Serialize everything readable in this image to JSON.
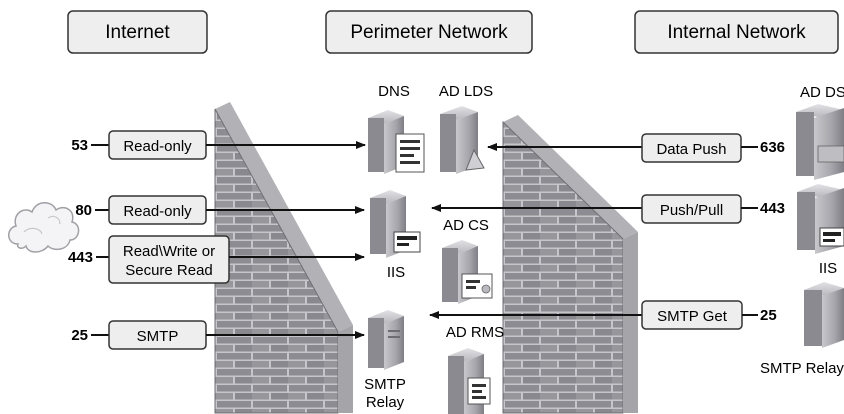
{
  "zones": {
    "internet": "Internet",
    "perimeter": "Perimeter Network",
    "internal": "Internal Network"
  },
  "left_flows": [
    {
      "port": "53",
      "label_lines": [
        "Read-only"
      ]
    },
    {
      "port": "80",
      "label_lines": [
        "Read-only"
      ]
    },
    {
      "port": "443",
      "label_lines": [
        "Read\\Write or",
        "Secure Read"
      ]
    },
    {
      "port": "25",
      "label_lines": [
        "SMTP"
      ]
    }
  ],
  "right_flows": [
    {
      "port": "636",
      "label": "Data Push"
    },
    {
      "port": "443",
      "label": "Push/Pull"
    },
    {
      "port": "25",
      "label": "SMTP Get"
    }
  ],
  "perimeter_servers": {
    "dns": "DNS",
    "ad_lds": "AD LDS",
    "iis": "IIS",
    "ad_cs": "AD CS",
    "ad_rms": "AD RMS",
    "smtp_relay_lines": [
      "SMTP",
      "Relay"
    ]
  },
  "internal_servers": {
    "ad_ds": "AD DS",
    "iis": "IIS",
    "smtp_relay": "SMTP Relay"
  },
  "colors": {
    "box_fill": "#eeeeee",
    "box_stroke": "#333333",
    "brick": "#8f8f94",
    "mortar": "#c4c4c8",
    "server": "#9a9aa0"
  }
}
